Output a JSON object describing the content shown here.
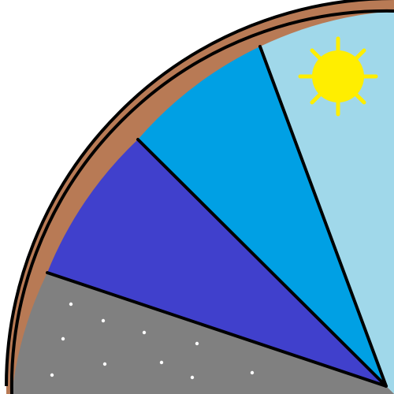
{
  "colors": {
    "background": "#ffffff",
    "rim": "#b87a55",
    "outline": "#000000",
    "day_sky": "#a0d8ea",
    "morning_sky": "#00a0e4",
    "dusk_sky": "#4040cc",
    "night_sky": "#808080",
    "sun": "#ffee00",
    "stars": "#ffffff"
  },
  "segments": [
    {
      "name": "night-segment",
      "color_key": "night_sky"
    },
    {
      "name": "dusk-segment",
      "color_key": "dusk_sky"
    },
    {
      "name": "morning-segment",
      "color_key": "morning_sky"
    },
    {
      "name": "day-segment",
      "color_key": "day_sky"
    }
  ],
  "icons": {
    "sun": "sun-icon",
    "stars": "star-icon"
  }
}
